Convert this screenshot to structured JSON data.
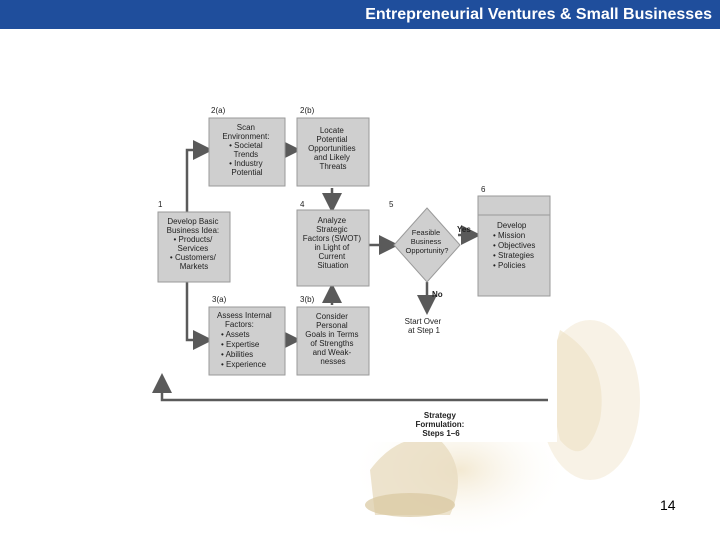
{
  "header": {
    "title": "Entrepreneurial Ventures & Small Businesses"
  },
  "diagram": {
    "boxes": {
      "scan": {
        "step": "2(a)",
        "lines": [
          "Scan",
          "Environment:",
          "• Societal",
          "Trends",
          "• Industry",
          "Potential"
        ]
      },
      "locate": {
        "step": "2(b)",
        "lines": [
          "Locate",
          "Potential",
          "Opportunities",
          "and Likely",
          "Threats"
        ]
      },
      "develop_idea": {
        "step": "1",
        "lines": [
          "Develop Basic",
          "Business Idea:",
          "• Products/",
          "Services",
          "• Customers/",
          "Markets"
        ]
      },
      "analyze": {
        "step": "4",
        "lines": [
          "Analyze",
          "Strategic",
          "Factors (SWOT)",
          "in Light of",
          "Current",
          "Situation"
        ]
      },
      "feasible": {
        "step": "5",
        "lines": [
          "Feasible",
          "Business",
          "Opportunity?"
        ]
      },
      "develop_mission": {
        "step": "6",
        "lines": [
          "Develop",
          "• Mission",
          "• Objectives",
          "• Strategies",
          "• Policies"
        ]
      },
      "assess": {
        "step": "3(a)",
        "lines": [
          "Assess Internal",
          "Factors:",
          "• Assets",
          "• Expertise",
          "• Abilities",
          "• Experience"
        ]
      },
      "consider": {
        "step": "3(b)",
        "lines": [
          "Consider",
          "Personal",
          "Goals in Terms",
          "of Strengths",
          "and Weak-",
          "nesses"
        ]
      }
    },
    "yes_label": "Yes",
    "no_label": "No",
    "start_over": [
      "Start Over",
      "at Step 1"
    ],
    "loop_label": [
      "Strategy",
      "Formulation:",
      "Steps 1–6"
    ]
  },
  "page_number": "14",
  "colors": {
    "header_bg": "#1f4e9c",
    "box_fill": "#cfcfcf",
    "arrow": "#5a5a5a"
  }
}
